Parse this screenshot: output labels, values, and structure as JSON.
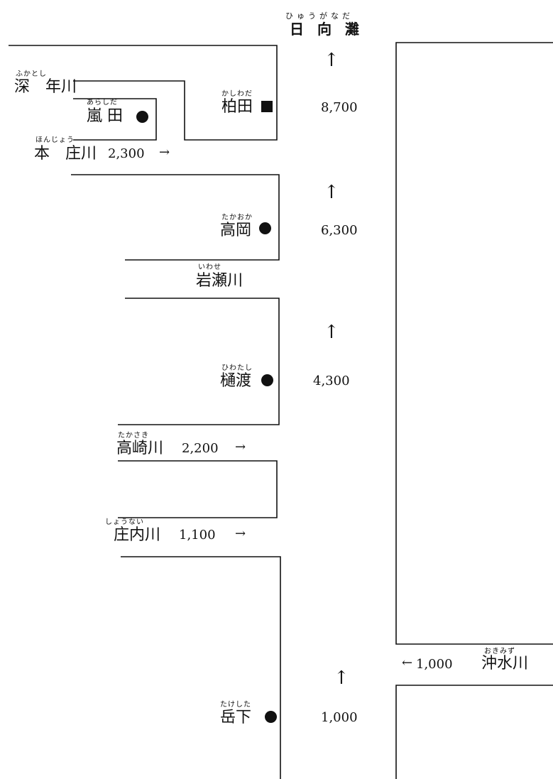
{
  "sea": {
    "name": "日 向 灘",
    "reading": "ひゅうがなだ"
  },
  "stations": [
    {
      "id": "arashida",
      "name": "嵐 田",
      "reading": "あらしだ",
      "marker": "circle"
    },
    {
      "id": "kashiwada",
      "name": "柏田",
      "reading": "かしわだ",
      "marker": "square"
    },
    {
      "id": "takaoka",
      "name": "高岡",
      "reading": "たかおか",
      "marker": "circle"
    },
    {
      "id": "hiwatashi",
      "name": "樋渡",
      "reading": "ひわたし",
      "marker": "circle"
    },
    {
      "id": "takeshita",
      "name": "岳下",
      "reading": "たけした",
      "marker": "circle"
    }
  ],
  "tributaries": [
    {
      "id": "fukatoshi",
      "name": "深　年川",
      "reading": "ふかとし",
      "flow": ""
    },
    {
      "id": "honjo",
      "name": "本　庄川",
      "reading": "ほんじょう",
      "flow": "2,300",
      "arrow": "→"
    },
    {
      "id": "iwase",
      "name": "岩瀬川",
      "reading": "いわせ",
      "flow": ""
    },
    {
      "id": "takasaki",
      "name": "高崎川",
      "reading": "たかさき",
      "flow": "2,200",
      "arrow": "→"
    },
    {
      "id": "shonai",
      "name": "庄内川",
      "reading": "しょうない",
      "flow": "1,100",
      "arrow": "→"
    },
    {
      "id": "okimizu",
      "name": "沖水川",
      "reading": "おきみず",
      "flow": "1,000",
      "arrow": "←"
    }
  ],
  "main_flows": [
    {
      "id": "kashiwada",
      "value": "8,700",
      "arrow": "↑"
    },
    {
      "id": "takaoka",
      "value": "6,300",
      "arrow": "↑"
    },
    {
      "id": "hiwatashi",
      "value": "4,300",
      "arrow": "↑"
    },
    {
      "id": "takeshita",
      "value": "1,000",
      "arrow": "↑"
    }
  ]
}
